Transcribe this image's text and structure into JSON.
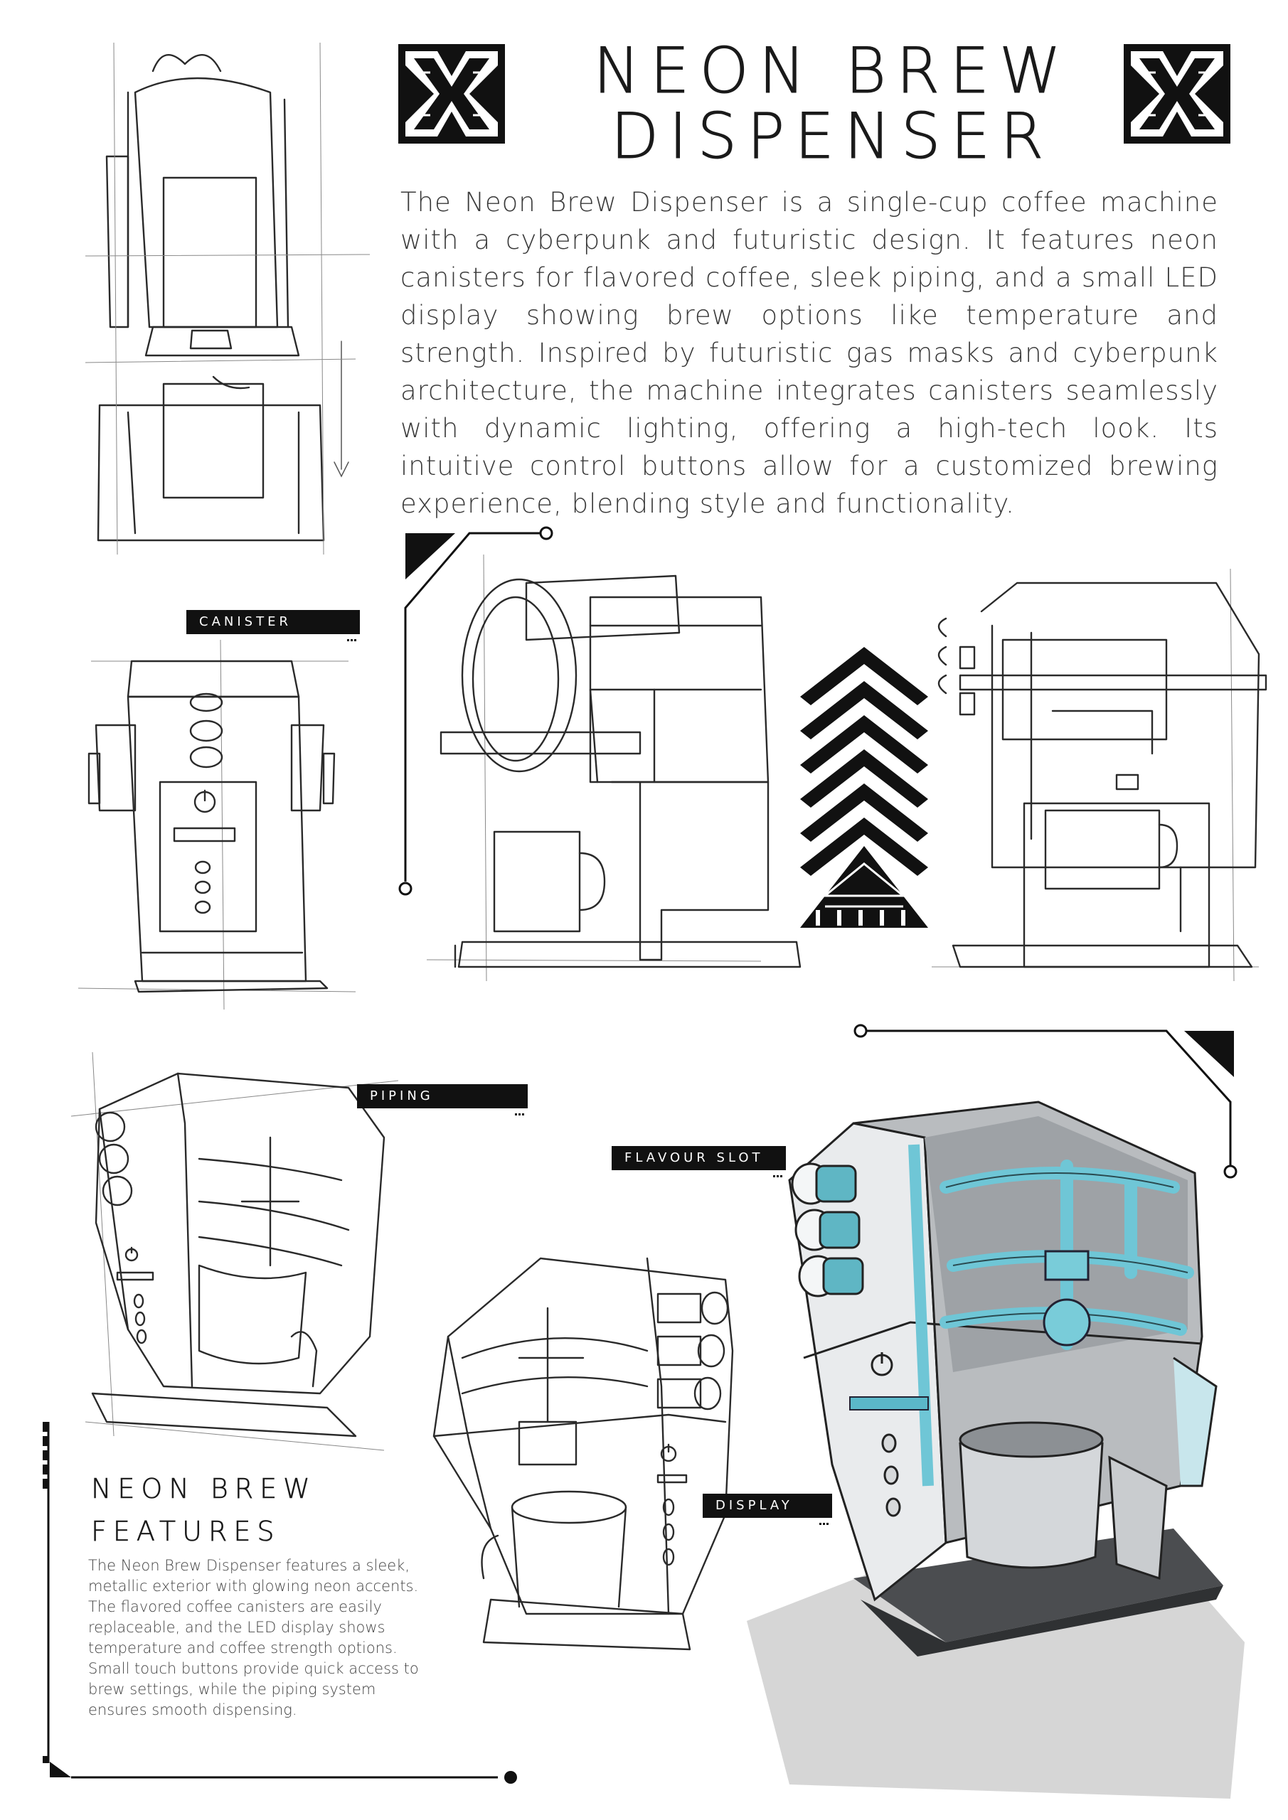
{
  "title": {
    "line1": "Neon Brew",
    "line2": "Dispenser"
  },
  "description": "The Neon Brew Dispenser is a single-cup coffee machine with a cyberpunk and futuristic design. It features neon canisters for flavored coffee, sleek piping, and a small LED display showing brew options like temperature and strength. Inspired by futuristic gas masks and cyberpunk architecture, the machine integrates canisters seamlessly with dynamic lighting, offering a high-tech look. Its intuitive control buttons allow for a customized brewing experience, blending style and functionality.",
  "labels": {
    "canister": "Canister",
    "piping": "Piping",
    "flavour_slot": "Flavour Slot",
    "display": "Display"
  },
  "features": {
    "heading_line1": "Neon Brew",
    "heading_line2": "Features",
    "text": "The Neon Brew Dispenser features a sleek, metallic exterior with glowing neon accents. The flavored coffee canisters are easily replaceable, and the LED display shows temperature and coffee strength options. Small touch buttons provide quick access to brew settings, while the piping system ensures smooth dispensing."
  },
  "colors": {
    "ink": "#1a1a1a",
    "neon_accent": "#6fc6d6",
    "metal_grey": "#b9bcbf"
  }
}
